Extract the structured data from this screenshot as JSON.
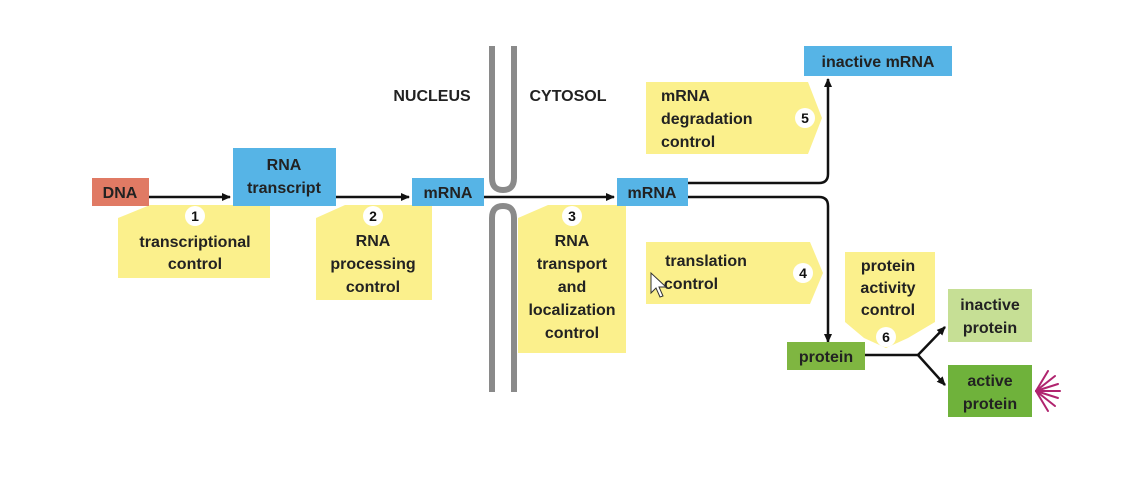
{
  "regions": {
    "nucleus": "NUCLEUS",
    "cytosol": "CYTOSOL"
  },
  "molecules": {
    "dna": "DNA",
    "rna_transcript": [
      "RNA",
      "transcript"
    ],
    "mrna_nucleus": "mRNA",
    "mrna_cytosol": "mRNA",
    "inactive_mrna": "inactive mRNA",
    "protein": "protein",
    "inactive_protein": [
      "inactive",
      "protein"
    ],
    "active_protein": [
      "active",
      "protein"
    ]
  },
  "controls": [
    {
      "number": "1",
      "lines": [
        "transcriptional",
        "control"
      ]
    },
    {
      "number": "2",
      "lines": [
        "RNA",
        "processing",
        "control"
      ]
    },
    {
      "number": "3",
      "lines": [
        "RNA",
        "transport",
        "and",
        "localization",
        "control"
      ]
    },
    {
      "number": "4",
      "lines": [
        "translation",
        "control"
      ]
    },
    {
      "number": "5",
      "lines": [
        "mRNA",
        "degradation",
        "control"
      ]
    },
    {
      "number": "6",
      "lines": [
        "protein",
        "activity",
        "control"
      ]
    }
  ],
  "colors": {
    "dna": "#e07a64",
    "rna": "#56b4e6",
    "control_box": "#fbf08c",
    "protein": "#7fb641",
    "inactive_protein": "#c6df95",
    "active_protein": "#6fb23b",
    "membrane": "#8a8a8a",
    "burst": "#b0246e"
  }
}
